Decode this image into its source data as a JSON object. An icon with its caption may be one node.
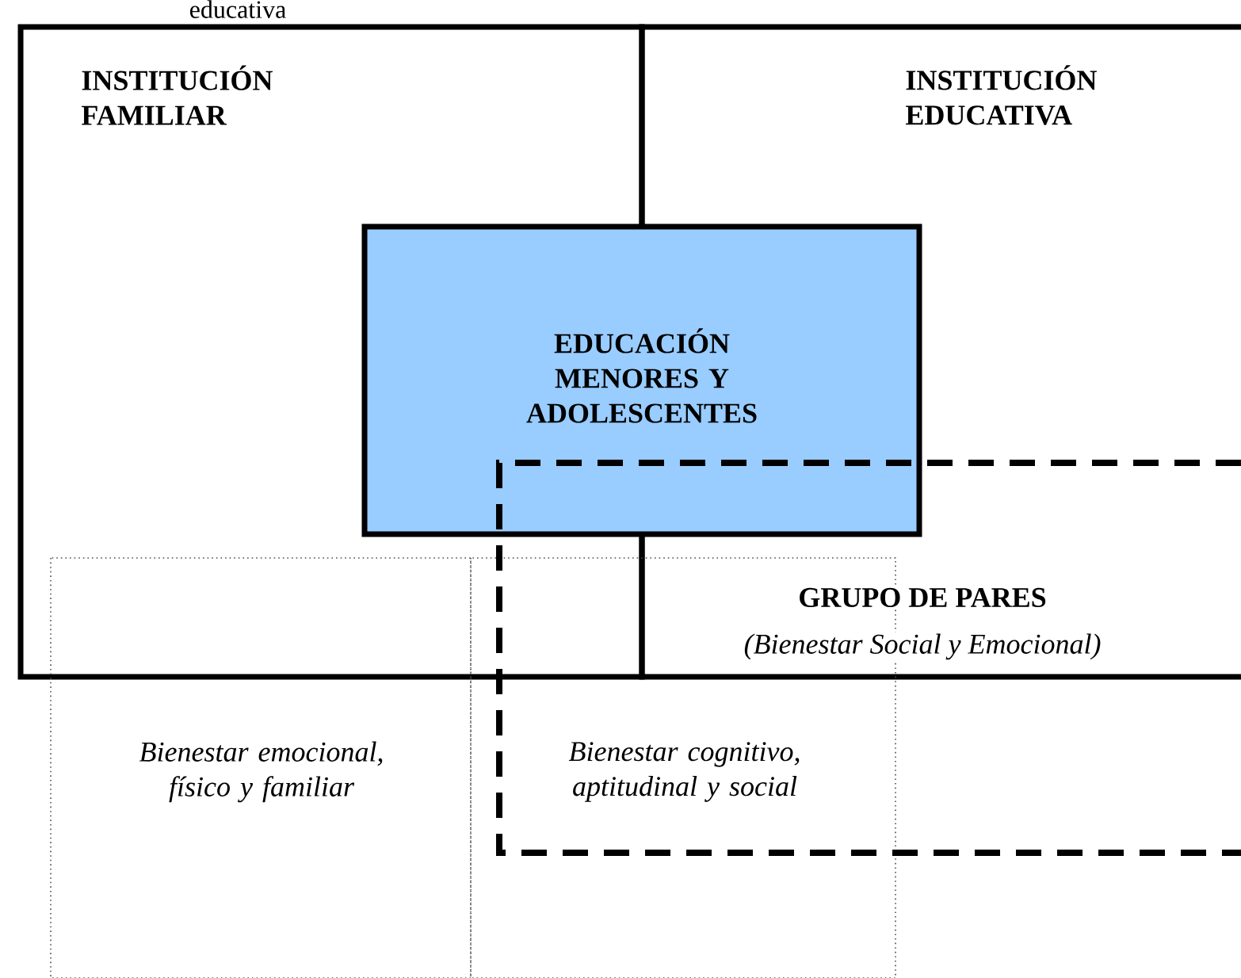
{
  "diagram": {
    "nodes": [
      {
        "text": [
          "INSTITUCIÓN FAMILIAR"
        ]
      },
      {
        "text": [
          "INSTITUCIÓN EDUCATIVA"
        ]
      },
      {
        "text": [
          "EDUCACIÓN MENORES Y ADOLESCENTES"
        ]
      },
      {
        "text": [
          "GRUPO DE PARES",
          "(Bienestar Social y Emocional)"
        ]
      },
      {
        "text": [
          "Bienestar emocional, físico y familiar"
        ]
      },
      {
        "text": [
          "Bienestar cognitivo, aptitudinal y social"
        ]
      }
    ],
    "labels": [
      "educativa"
    ]
  }
}
